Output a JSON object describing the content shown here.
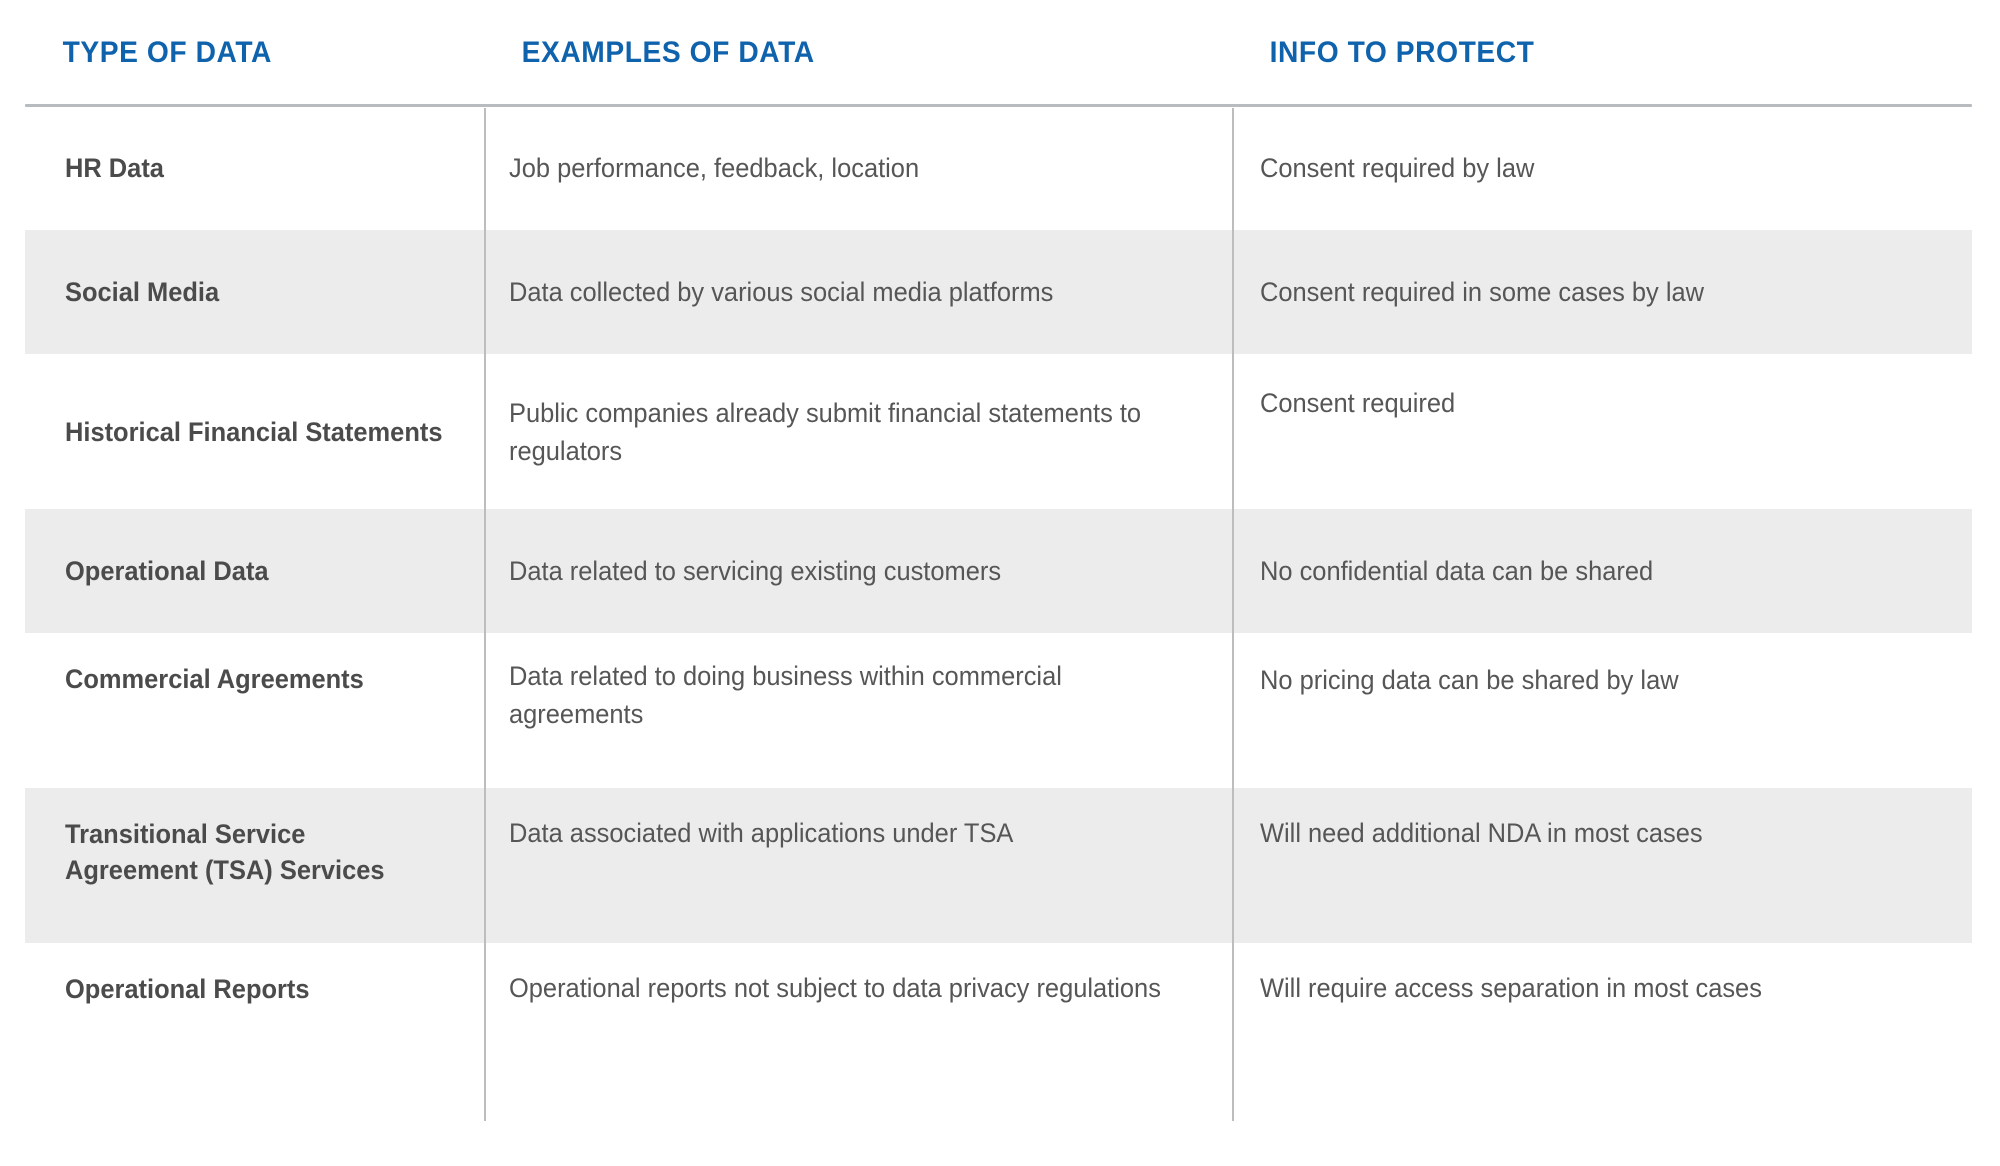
{
  "accent_color": "#0f62ac",
  "shade_color": "#ececec",
  "rule_color": "#b8bcbf",
  "text_color": "#565656",
  "label_color": "#4b4b4b",
  "table": {
    "headers": [
      "TYPE OF DATA",
      "EXAMPLES OF DATA",
      "INFO TO PROTECT"
    ],
    "rows": [
      {
        "type_of_data": "HR Data",
        "examples_of_data": "Job performance, feedback, location",
        "info_to_protect": "Consent required by law",
        "shaded": false
      },
      {
        "type_of_data": "Social Media",
        "examples_of_data": "Data collected by various social media platforms",
        "info_to_protect": "Consent required in some cases by law",
        "shaded": true
      },
      {
        "type_of_data": "Historical Financial Statements",
        "examples_of_data": "Public companies already submit financial statements to regulators",
        "info_to_protect": "Consent required",
        "shaded": false
      },
      {
        "type_of_data": "Operational Data",
        "examples_of_data": "Data related to servicing existing customers",
        "info_to_protect": "No confidential data can be shared",
        "shaded": true
      },
      {
        "type_of_data": "Commercial Agreements",
        "examples_of_data": "Data related to doing business within commercial agreements",
        "info_to_protect": "No pricing data can be shared by law",
        "shaded": false
      },
      {
        "type_of_data": "Transitional Service Agreement (TSA) Services",
        "examples_of_data": "Data associated with applications under TSA",
        "info_to_protect": "Will need additional NDA in most cases",
        "shaded": true
      },
      {
        "type_of_data": "Operational Reports",
        "examples_of_data": "Operational reports not subject to data privacy regulations",
        "info_to_protect": "Will require access separation in most cases",
        "shaded": false
      }
    ]
  }
}
